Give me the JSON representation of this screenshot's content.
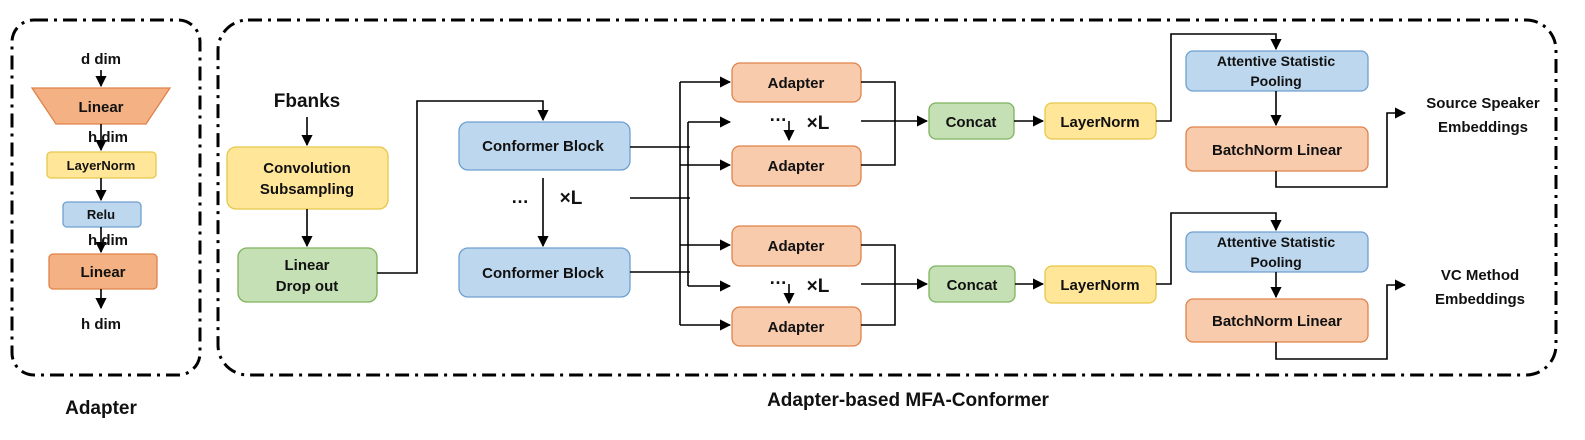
{
  "colors": {
    "yellow_fill": "#ffe699",
    "yellow_stroke": "#e6c84a",
    "blue_fill": "#bdd7ee",
    "blue_stroke": "#6fa0d0",
    "orange_fill": "#f8cbad",
    "orange_stroke": "#e0824a",
    "orange_dark_fill": "#f4b183",
    "green_fill": "#c5e0b4",
    "green_stroke": "#7fb25e"
  },
  "adapter_panel": {
    "title": "Adapter",
    "input_dim": "d dim",
    "down_linear": "Linear",
    "mid_dim_1": "h dim",
    "layernorm": "LayerNorm",
    "relu": "Relu",
    "mid_dim_2": "h dim",
    "up_linear": "Linear",
    "output_dim": "h dim"
  },
  "main_panel": {
    "title": "Adapter-based MFA-Conformer",
    "input": "Fbanks",
    "conv_subsampling": [
      "Convolution",
      "Subsampling"
    ],
    "linear_dropout": [
      "Linear",
      "Drop out"
    ],
    "conformer_block_top": "Conformer Block",
    "conformer_block_bottom": "Conformer Block",
    "conformer_dots": "…",
    "conformer_repeat": "×L",
    "adapter_label": "Adapter",
    "adapter_dots": "…",
    "adapter_repeat": "×L",
    "concat": "Concat",
    "layernorm": "LayerNorm",
    "asp": [
      "Attentive Statistic",
      "Pooling"
    ],
    "bn_linear": "BatchNorm Linear",
    "output_top": [
      "Source Speaker",
      "Embeddings"
    ],
    "output_bottom": [
      "VC Method",
      "Embeddings"
    ]
  }
}
